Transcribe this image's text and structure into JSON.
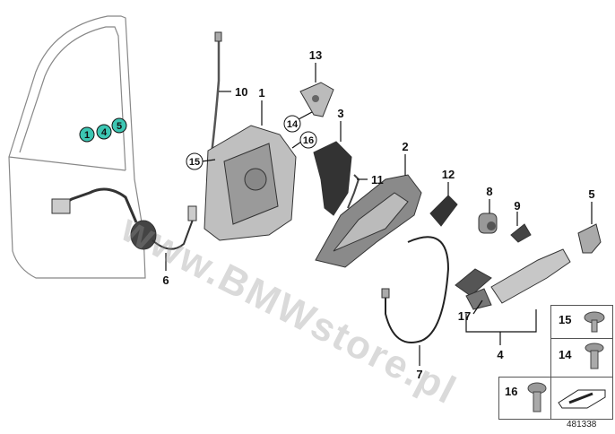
{
  "watermark": "www.BMWstore.pl",
  "diagram_id": "481338",
  "door_markers": [
    "1",
    "4",
    "5"
  ],
  "callouts": [
    "1",
    "2",
    "3",
    "4",
    "5",
    "6",
    "7",
    "8",
    "9",
    "10",
    "11",
    "12",
    "13",
    "17"
  ],
  "circled_callouts": [
    "14",
    "15",
    "16"
  ],
  "legend_boxes": [
    "15",
    "14",
    "16"
  ],
  "colors": {
    "marker_fill": "#3cc6b3",
    "outline": "#333333"
  }
}
